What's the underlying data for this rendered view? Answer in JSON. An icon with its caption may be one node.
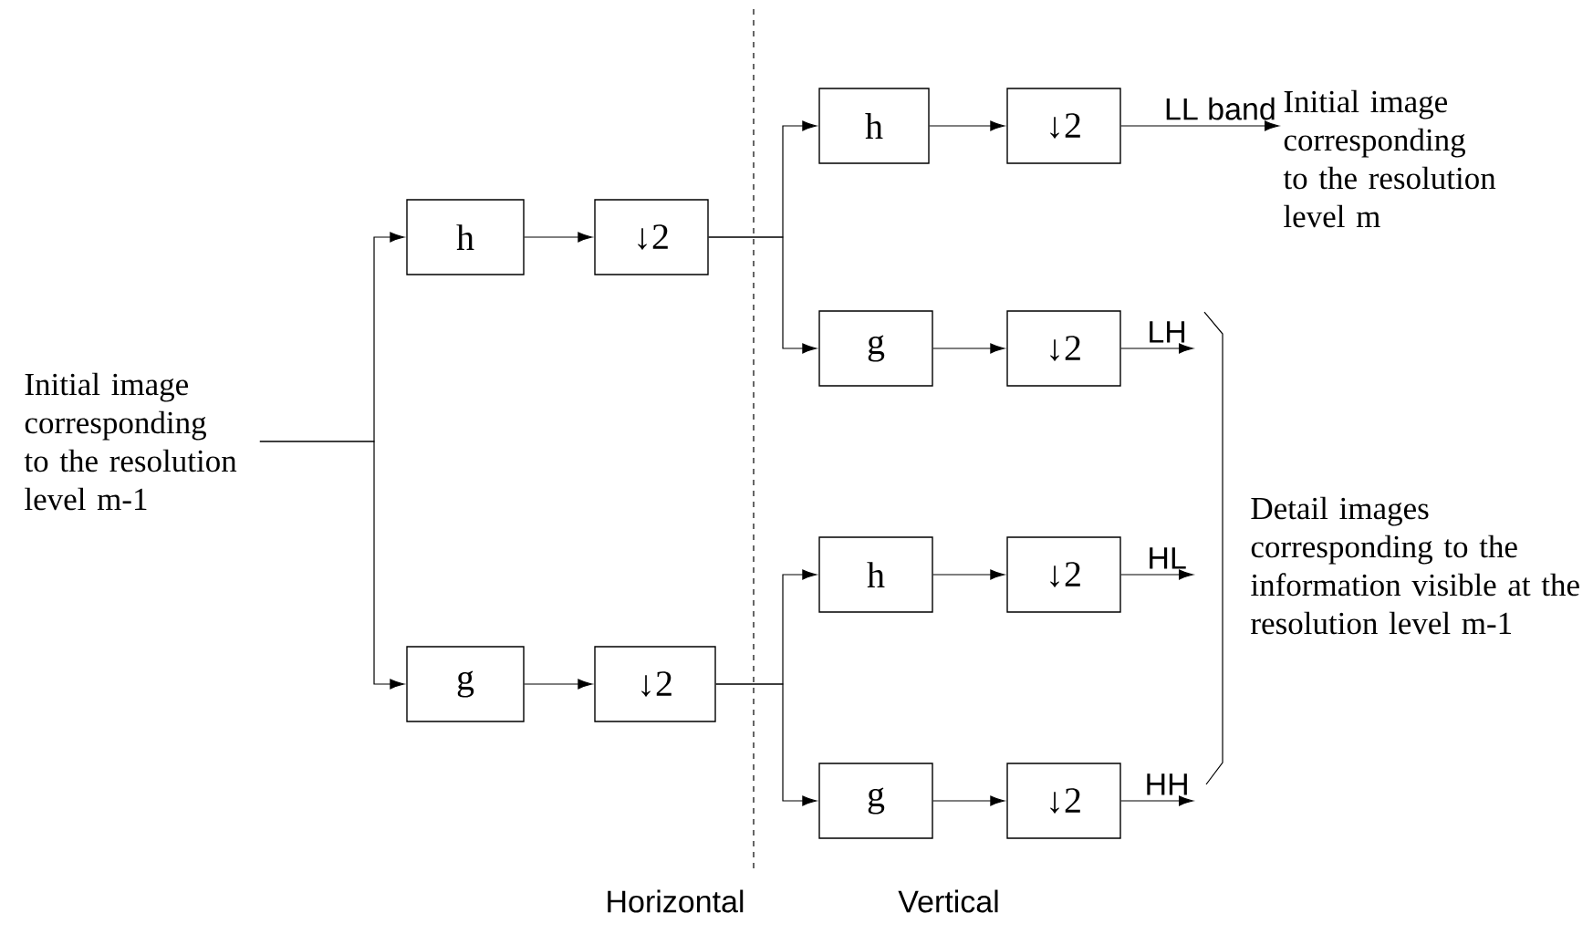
{
  "diagram": {
    "nodes": [
      {
        "text": [
          "Initial image corresponding to the resolution level m-1"
        ]
      },
      {
        "text": [
          "h"
        ]
      },
      {
        "text": [
          "↓2"
        ]
      },
      {
        "text": [
          "g"
        ]
      },
      {
        "text": [
          "↓2"
        ]
      },
      {
        "text": [
          "h"
        ]
      },
      {
        "text": [
          "↓2"
        ]
      },
      {
        "text": [
          "g"
        ]
      },
      {
        "text": [
          "↓2"
        ]
      },
      {
        "text": [
          "h"
        ]
      },
      {
        "text": [
          "↓2"
        ]
      },
      {
        "text": [
          "g"
        ]
      },
      {
        "text": [
          "↓2"
        ]
      },
      {
        "text": [
          "Initial image corresponding to the resolution level m"
        ]
      },
      {
        "text": [
          "Detail images corresponding to the information visible at the resolution level m-1"
        ]
      }
    ],
    "edges": [
      {
        "from": 0,
        "to": 1,
        "arrow": "to"
      },
      {
        "from": 0,
        "to": 3,
        "arrow": "to"
      },
      {
        "from": 1,
        "to": 2,
        "arrow": "to"
      },
      {
        "from": 3,
        "to": 4,
        "arrow": "to"
      },
      {
        "from": 2,
        "to": 5,
        "arrow": "to"
      },
      {
        "from": 2,
        "to": 7,
        "arrow": "to"
      },
      {
        "from": 4,
        "to": 9,
        "arrow": "to"
      },
      {
        "from": 4,
        "to": 11,
        "arrow": "to"
      },
      {
        "from": 5,
        "to": 6,
        "arrow": "to"
      },
      {
        "from": 7,
        "to": 8,
        "arrow": "to"
      },
      {
        "from": 9,
        "to": 10,
        "arrow": "to"
      },
      {
        "from": 11,
        "to": 12,
        "arrow": "to"
      },
      {
        "from": 6,
        "to": 13,
        "arrow": "to",
        "label": "LL band"
      },
      {
        "from": 8,
        "to": null,
        "arrow": "to",
        "label": "LH"
      },
      {
        "from": 10,
        "to": null,
        "arrow": "to",
        "label": "HL"
      },
      {
        "from": 12,
        "to": null,
        "arrow": "to",
        "label": "HH"
      }
    ],
    "labels": [
      "Horizontal",
      "Vertical"
    ]
  }
}
